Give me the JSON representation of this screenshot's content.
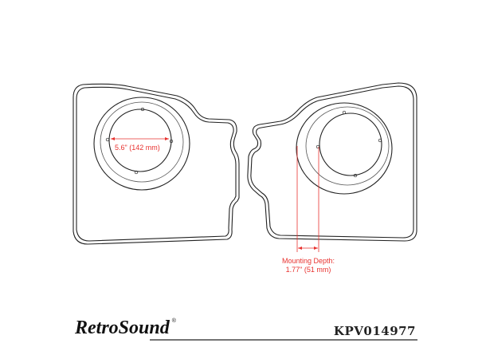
{
  "diagram": {
    "left_panel": {
      "dimension_label": "5.6\" (142 mm)"
    },
    "right_panel": {
      "depth_label_line1": "Mounting Depth:",
      "depth_label_line2": "1.77\" (51 mm)"
    },
    "footer": {
      "logo_text": "RetroSound",
      "logo_mark": "®",
      "part_number": "KPV014977"
    },
    "colors": {
      "outline": "#222222",
      "dimension": "#e8322f"
    }
  }
}
